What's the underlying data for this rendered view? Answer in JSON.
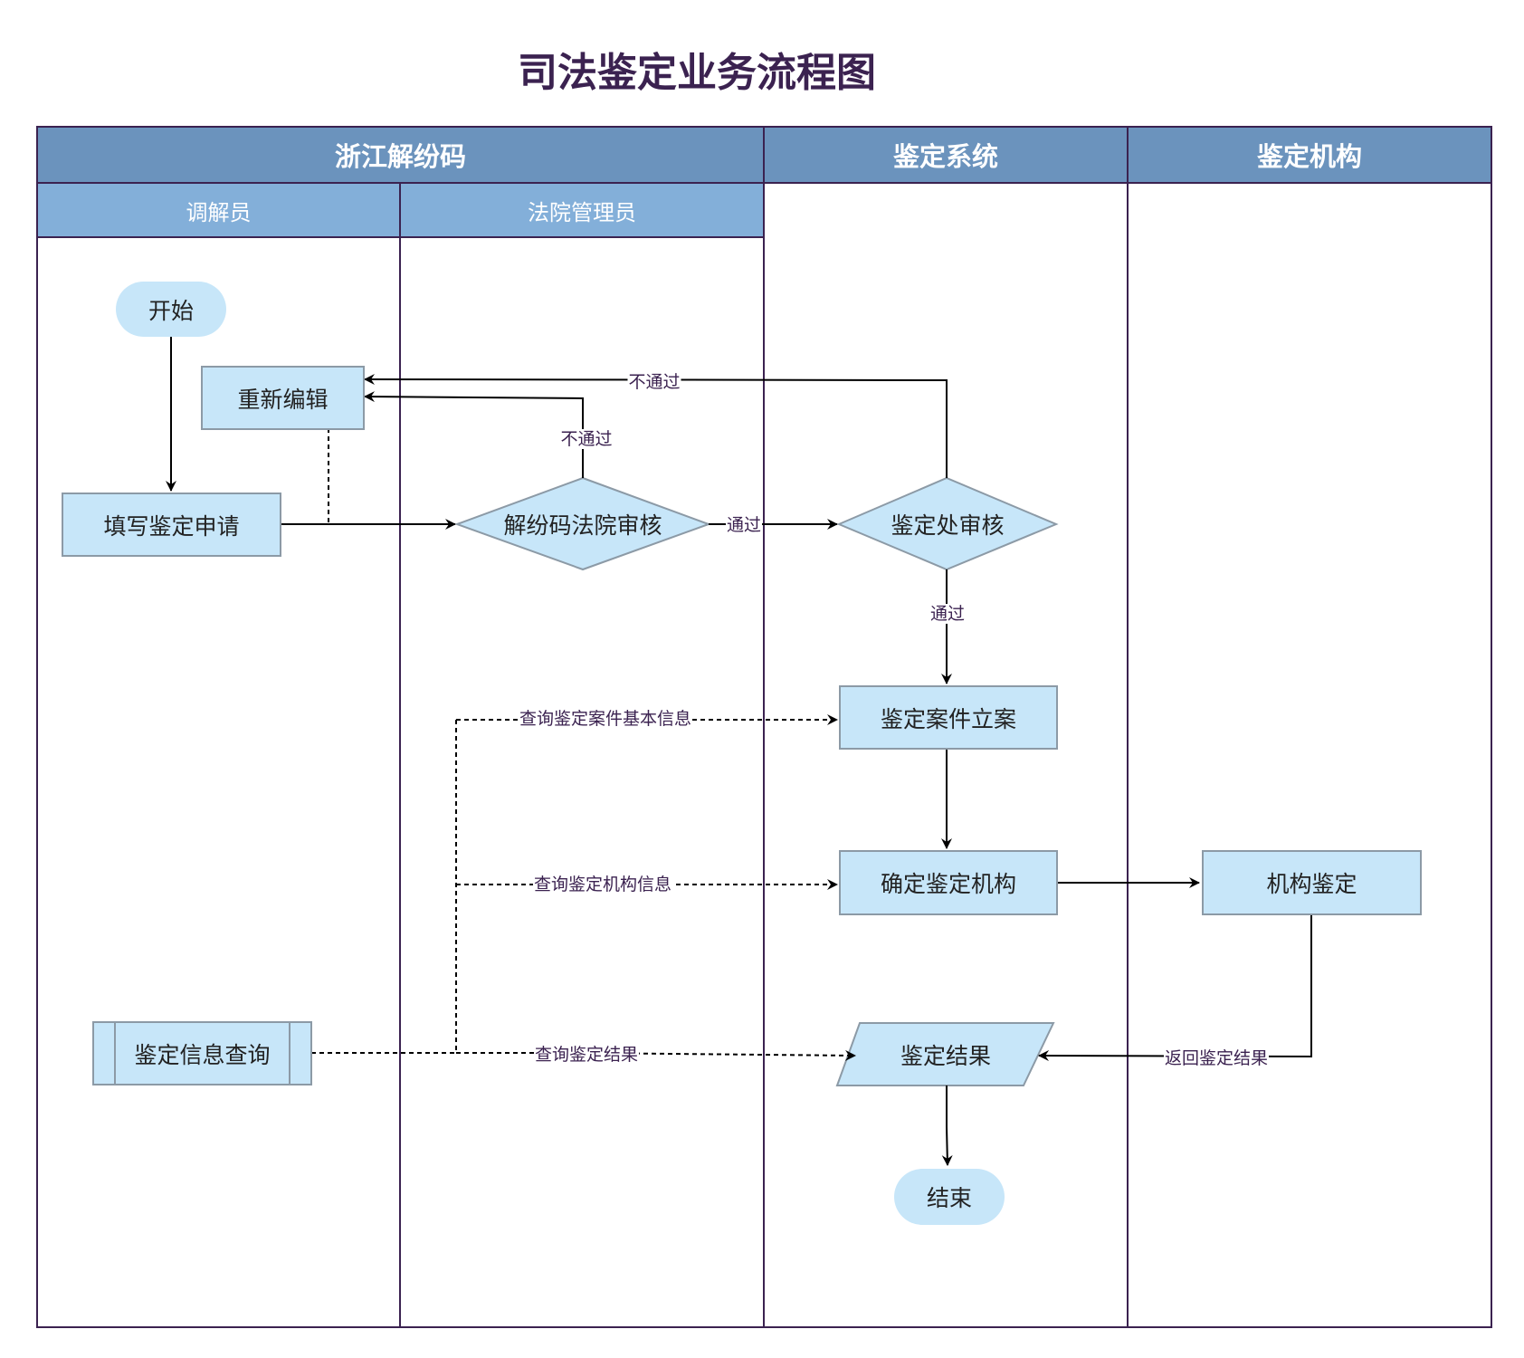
{
  "title": "司法鉴定业务流程图",
  "lanes": {
    "lane1": "浙江解纷码",
    "lane2": "鉴定系统",
    "lane3": "鉴定机构",
    "sub1": "调解员",
    "sub2": "法院管理员"
  },
  "nodes": {
    "start": "开始",
    "reedit": "重新编辑",
    "fill_application": "填写鉴定申请",
    "court_review": "解纷码法院审核",
    "office_review": "鉴定处审核",
    "case_filing": "鉴定案件立案",
    "determine_agency": "确定鉴定机构",
    "agency_appraisal": "机构鉴定",
    "info_query": "鉴定信息查询",
    "result": "鉴定结果",
    "end": "结束"
  },
  "edge_labels": {
    "reject_office": "不通过",
    "reject_court": "不通过",
    "pass_court": "通过",
    "pass_office": "通过",
    "query_case_info": "查询鉴定案件基本信息",
    "query_agency_info": "查询鉴定机构信息",
    "query_result": "查询鉴定结果",
    "return_result": "返回鉴定结果"
  },
  "colors": {
    "lane_header": "#6b93bd",
    "sub_header": "#83afd9",
    "node_fill": "#c7e6f9",
    "border": "#3b2250",
    "title": "#3b2250"
  }
}
